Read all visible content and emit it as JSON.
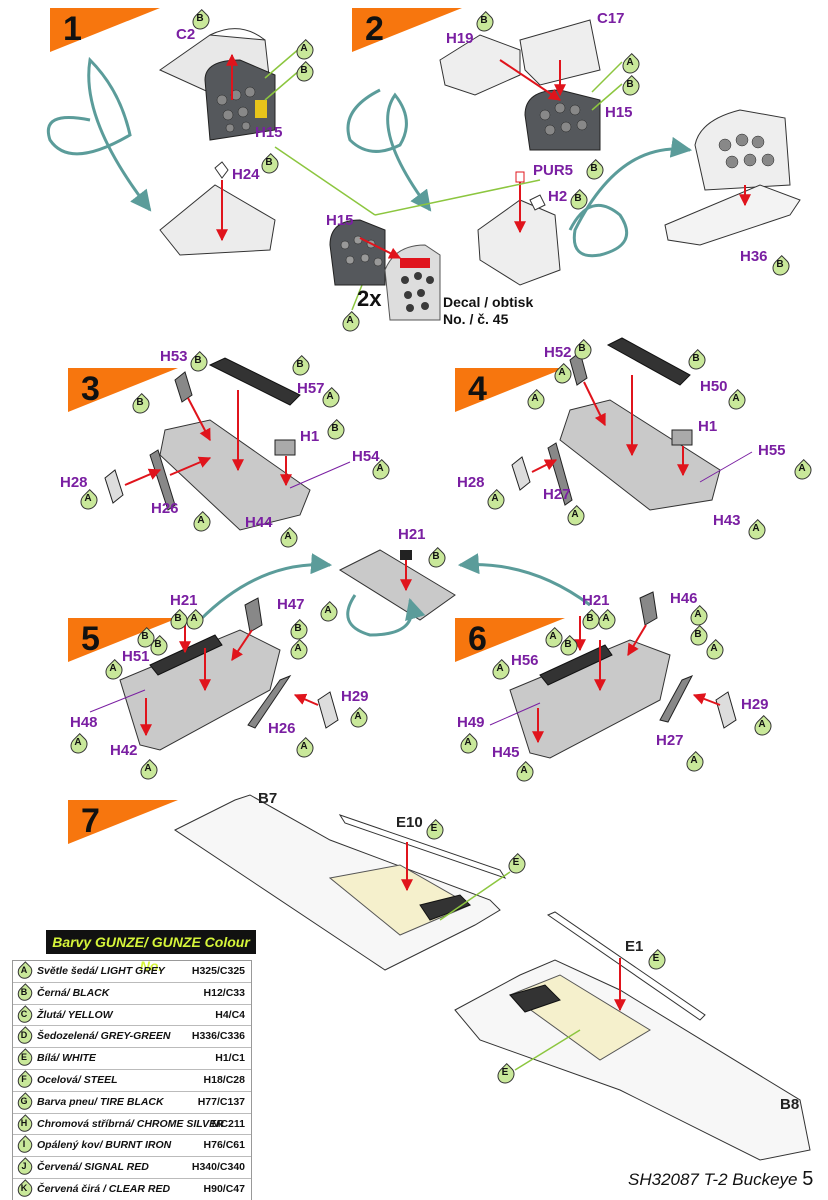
{
  "steps": [
    "1",
    "2",
    "3",
    "4",
    "5",
    "6",
    "7"
  ],
  "labels": {
    "s1": {
      "c2": "C2",
      "h15": "H15",
      "h24": "H24"
    },
    "s2": {
      "h19": "H19",
      "c17": "C17",
      "h15": "H15",
      "pur5": "PUR5",
      "h2": "H2",
      "h36": "H36"
    },
    "center": {
      "h15": "H15",
      "mult": "2x",
      "decal_line1": "Decal / obtisk",
      "decal_line2": "No. / č. 45"
    },
    "s3": {
      "h53": "H53",
      "h57": "H57",
      "h1": "H1",
      "h54": "H54",
      "h28": "H28",
      "h26": "H26",
      "h44": "H44"
    },
    "s4": {
      "h52": "H52",
      "h50": "H50",
      "h1": "H1",
      "h55": "H55",
      "h28": "H28",
      "h27": "H27",
      "h43": "H43"
    },
    "mid": {
      "h21": "H21"
    },
    "s5": {
      "h21": "H21",
      "h47": "H47",
      "h51": "H51",
      "h29": "H29",
      "h48": "H48",
      "h26": "H26",
      "h42": "H42"
    },
    "s6": {
      "h21": "H21",
      "h46": "H46",
      "h56": "H56",
      "h29": "H29",
      "h49": "H49",
      "h45": "H45",
      "h27": "H27"
    },
    "s7": {
      "b7": "B7",
      "e10": "E10",
      "e1": "E1",
      "b8": "B8"
    }
  },
  "color_tags": {
    "s1": [
      "B",
      "A",
      "B",
      "B"
    ],
    "s2": [
      "B",
      "A",
      "B",
      "B",
      "B",
      "B"
    ],
    "center": [
      "A"
    ],
    "s3": [
      "B",
      "B",
      "B",
      "B",
      "A",
      "A",
      "A",
      "A",
      "A"
    ],
    "s4": [
      "B",
      "A",
      "A",
      "B",
      "A",
      "A",
      "A",
      "A",
      "A"
    ],
    "mid": [
      "B"
    ],
    "s5": [
      "B",
      "A",
      "B",
      "B",
      "A",
      "B",
      "A",
      "A",
      "A",
      "A",
      "A",
      "A"
    ],
    "s6": [
      "B",
      "A",
      "A",
      "B",
      "A",
      "B",
      "A",
      "A",
      "A",
      "A",
      "A",
      "A"
    ],
    "s7": [
      "E",
      "E",
      "E",
      "E"
    ]
  },
  "legend": {
    "title": "Barvy GUNZE/ GUNZE Colour No.",
    "rows": [
      {
        "key": "A",
        "name": "Světle šedá/ LIGHT GREY",
        "code": "H325/C325"
      },
      {
        "key": "B",
        "name": "Černá/ BLACK",
        "code": "H12/C33"
      },
      {
        "key": "C",
        "name": "Žlutá/ YELLOW",
        "code": "H4/C4"
      },
      {
        "key": "D",
        "name": "Šedozelená/ GREY-GREEN",
        "code": "H336/C336"
      },
      {
        "key": "E",
        "name": "Bílá/ WHITE",
        "code": "H1/C1"
      },
      {
        "key": "F",
        "name": "Ocelová/ STEEL",
        "code": "H18/C28"
      },
      {
        "key": "G",
        "name": "Barva pneu/ TIRE BLACK",
        "code": "H77/C137"
      },
      {
        "key": "H",
        "name": "Chromová stříbrná/ CHROME SILVER",
        "code": "MC211"
      },
      {
        "key": "I",
        "name": "Opálený kov/ BURNT IRON",
        "code": "H76/C61"
      },
      {
        "key": "J",
        "name": "Červená/ SIGNAL RED",
        "code": "H340/C340"
      },
      {
        "key": "K",
        "name": "Červená čirá / CLEAR RED",
        "code": "H90/C47"
      }
    ]
  },
  "footer": {
    "text": "SH32087 T-2 Buckeye",
    "page": "5"
  },
  "colors": {
    "flag": "#f7760e",
    "part_label": "#7a1fa2",
    "arrow": "#e0141c",
    "flow_arrow": "#5b9c9a",
    "guide_line": "#8cc63f",
    "tag_fill": "#c9e89a",
    "legend_title_bg": "#111111",
    "legend_title_fg": "#d6f53a"
  }
}
